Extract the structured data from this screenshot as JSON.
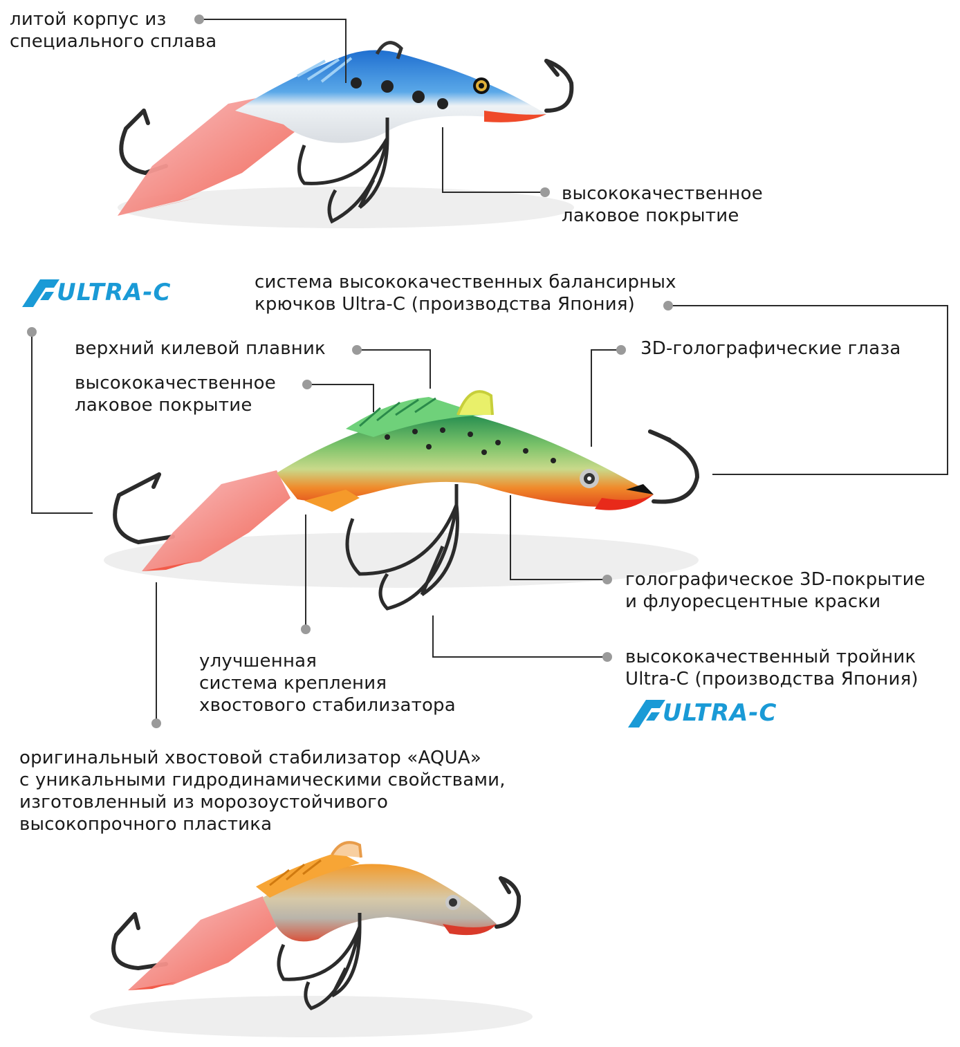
{
  "colors": {
    "brand_blue": "#1a9ad6",
    "leader_line": "#2a2a2a",
    "dot": "#9a9a9a",
    "lure1_back": "#1f7ed0",
    "lure2_back": "#27a35a",
    "lure3_back": "#f39b2c",
    "tail_pink": "#f46a6a",
    "hook": "#2b2b2b"
  },
  "icons": [
    "ultra-c-logo",
    "lure-blue-image",
    "lure-green-image",
    "lure-orange-image"
  ],
  "logo": {
    "text": "ULTRA-C"
  },
  "labels": {
    "cast_body": [
      "литой корпус из",
      "специального сплава"
    ],
    "lacquer_top": [
      "высококачественное",
      "лаковое покрытие"
    ],
    "hooks_system": [
      "система высококачественных балансирных",
      "крючков Ultra-C (производства Япония)"
    ],
    "dorsal_fin": "верхний килевой плавник",
    "lacquer_mid": [
      "высококачественное",
      "лаковое покрытие"
    ],
    "eyes_3d": "3D-голографические глаза",
    "holo_coating": [
      "голографическое 3D-покрытие",
      "и флуоресцентные краски"
    ],
    "treble_hook": [
      "высококачественный тройник",
      "Ultra-C (производства Япония)"
    ],
    "tail_mount": [
      "улучшенная",
      "система крепления",
      "хвостового стабилизатора"
    ],
    "aqua_tail": [
      "оригинальный хвостовой стабилизатор «AQUA»",
      "с уникальными гидродинамическими свойствами,",
      "изготовленный из морозоустойчивого",
      "высокопрочного пластика"
    ]
  }
}
